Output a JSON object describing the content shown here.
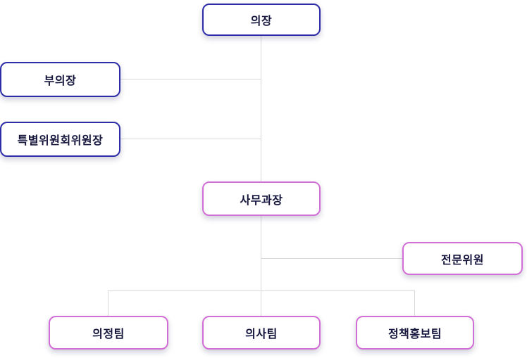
{
  "chart_type": "organization-chart",
  "nodes": {
    "chairman": {
      "label": "의장",
      "level": 1
    },
    "vice": {
      "label": "부의장",
      "level": 2
    },
    "special": {
      "label": "특별위원회위원장",
      "level": 2
    },
    "office": {
      "label": "사무과장",
      "level": 3
    },
    "expert": {
      "label": "전문위원",
      "level": 4
    },
    "team1": {
      "label": "의정팀",
      "level": 5
    },
    "team2": {
      "label": "의사팀",
      "level": 5
    },
    "team3": {
      "label": "정책홍보팀",
      "level": 5
    }
  },
  "colors": {
    "primary_border": "#2d2da8",
    "secondary_border": "#d26fd6",
    "connector": "#d8d8d8",
    "text": "#14143c",
    "background": "#ffffff"
  }
}
